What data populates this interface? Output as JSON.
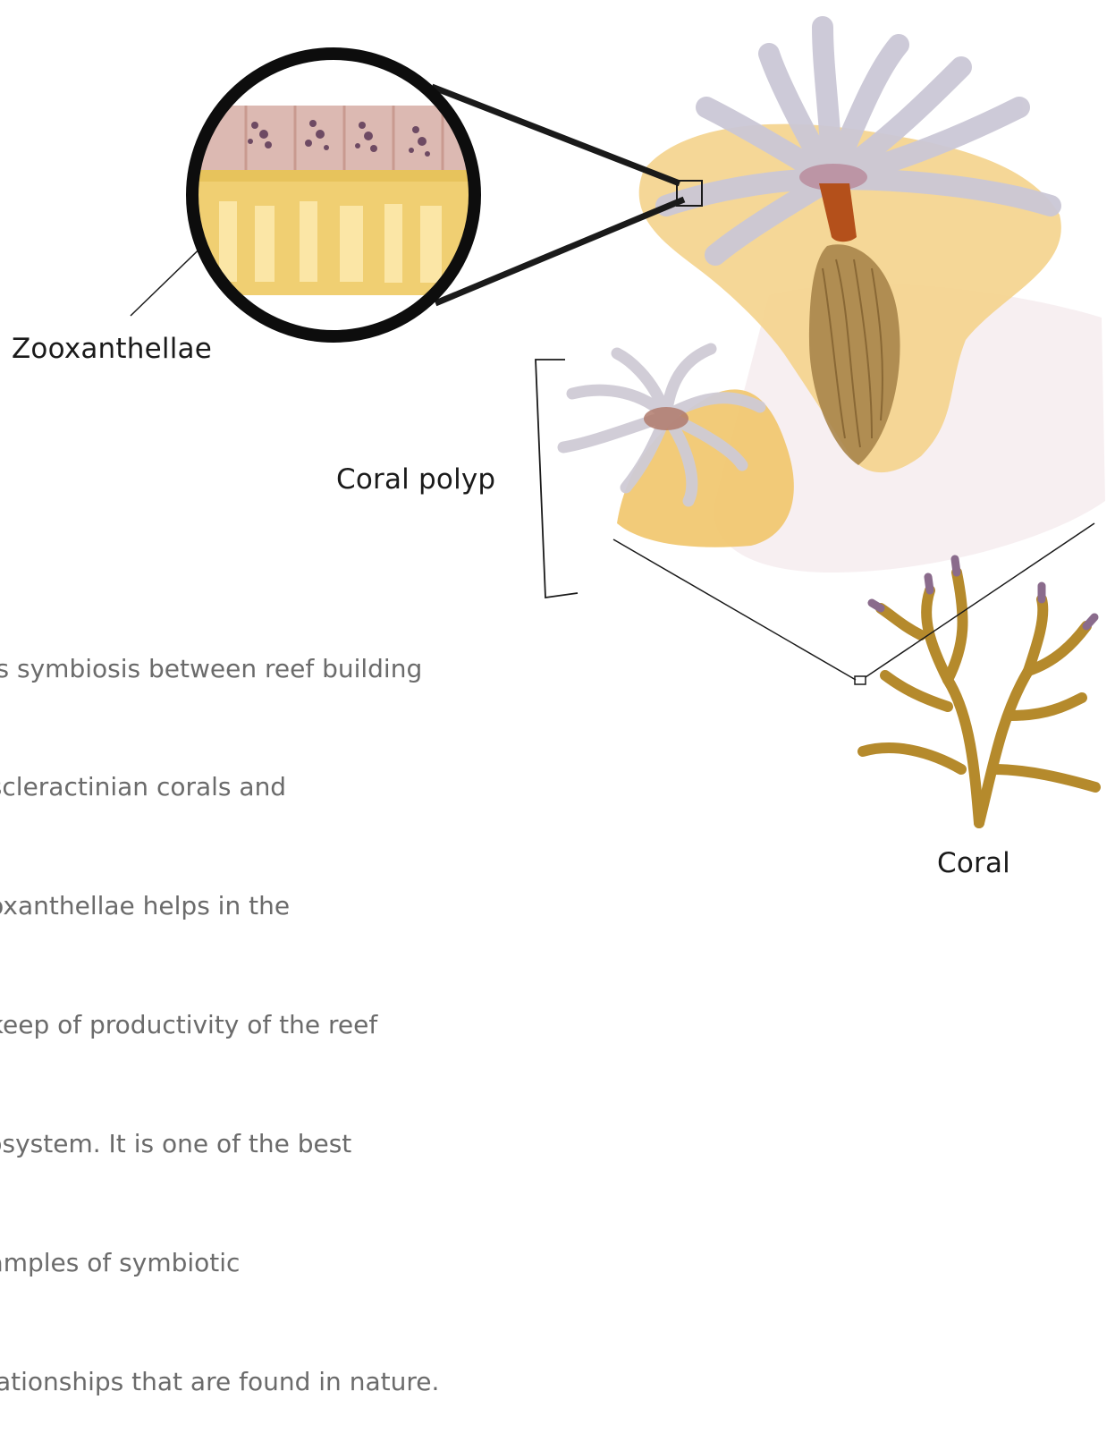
{
  "labels": {
    "zooxanthellae": "Zooxanthellae",
    "coral_polyp": "Coral polyp",
    "coral": "Coral"
  },
  "paragraph": {
    "lines": [
      "his symbiosis between reef building",
      ", scleractinian corals and",
      "ooxanthellae helps in the",
      "pkeep of productivity of the reef",
      "cosystem. It is one of the best",
      "xamples of symbiotic",
      "elationships that are found in nature."
    ]
  },
  "colors": {
    "text": "#1a1a1a",
    "paragraph_text": "#6b6b6b",
    "polyp_body": "#f3d79a",
    "tentacle": "#cbc8d6",
    "mouth": "#b4501b",
    "stomach": "#a8854a",
    "coral": "#b58a2c",
    "coral_tips": "#8a6b8c",
    "cell_layer": "#dcb9b2",
    "zooxanthellae_dots": "#6e4a63"
  }
}
